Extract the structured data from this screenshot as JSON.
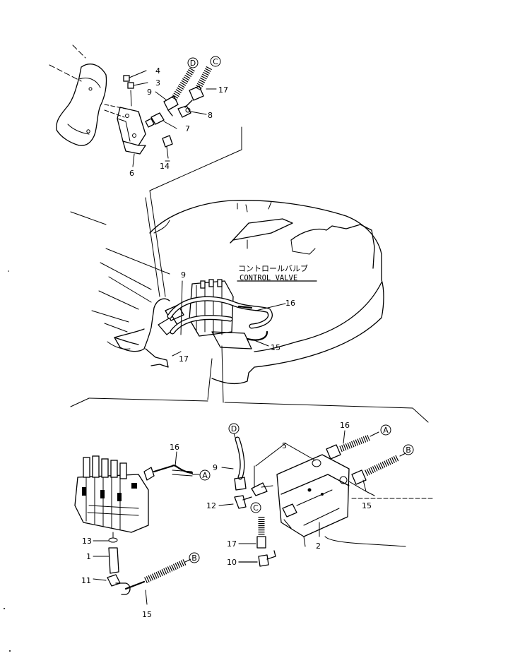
{
  "diagram": {
    "callouts": {
      "control_valve_jp": "コントロールバルブ",
      "control_valve_en": "CONTROL VALVE"
    },
    "connectors": {
      "A": "A",
      "B": "B",
      "C": "C",
      "D": "D"
    },
    "part_numbers": {
      "top": [
        "4",
        "3",
        "9",
        "17",
        "8",
        "7",
        "6",
        "14"
      ],
      "middle": [
        "9",
        "16",
        "15",
        "17"
      ],
      "bottom_left": [
        "16",
        "13",
        "1",
        "11",
        "15"
      ],
      "bottom_right": [
        "5",
        "16",
        "9",
        "12",
        "15",
        "17",
        "10",
        "2"
      ]
    }
  }
}
